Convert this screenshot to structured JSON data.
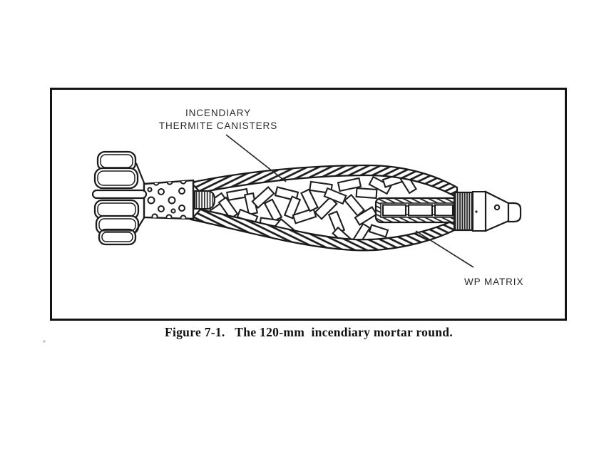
{
  "figure": {
    "labels": {
      "incendiary_line1": "INCENDIARY",
      "incendiary_line2": "THERMITE CANISTERS",
      "wp_matrix": "WP MATRIX"
    },
    "caption": "Figure 7-1.   The 120-mm  incendiary mortar round."
  }
}
